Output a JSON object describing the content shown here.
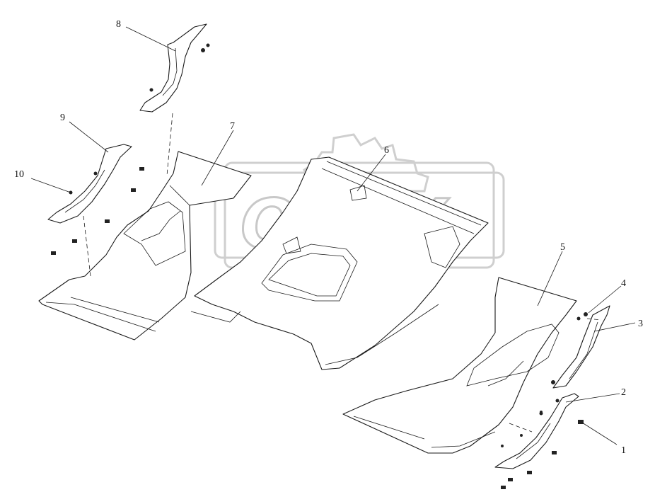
{
  "watermark": {
    "text": "OPEX"
  },
  "callouts": [
    {
      "id": "1",
      "label": "1"
    },
    {
      "id": "2",
      "label": "2"
    },
    {
      "id": "3",
      "label": "3"
    },
    {
      "id": "4",
      "label": "4"
    },
    {
      "id": "5",
      "label": "5"
    },
    {
      "id": "6",
      "label": "6"
    },
    {
      "id": "7",
      "label": "7"
    },
    {
      "id": "8",
      "label": "8"
    },
    {
      "id": "9",
      "label": "9"
    },
    {
      "id": "10",
      "label": "10"
    }
  ]
}
